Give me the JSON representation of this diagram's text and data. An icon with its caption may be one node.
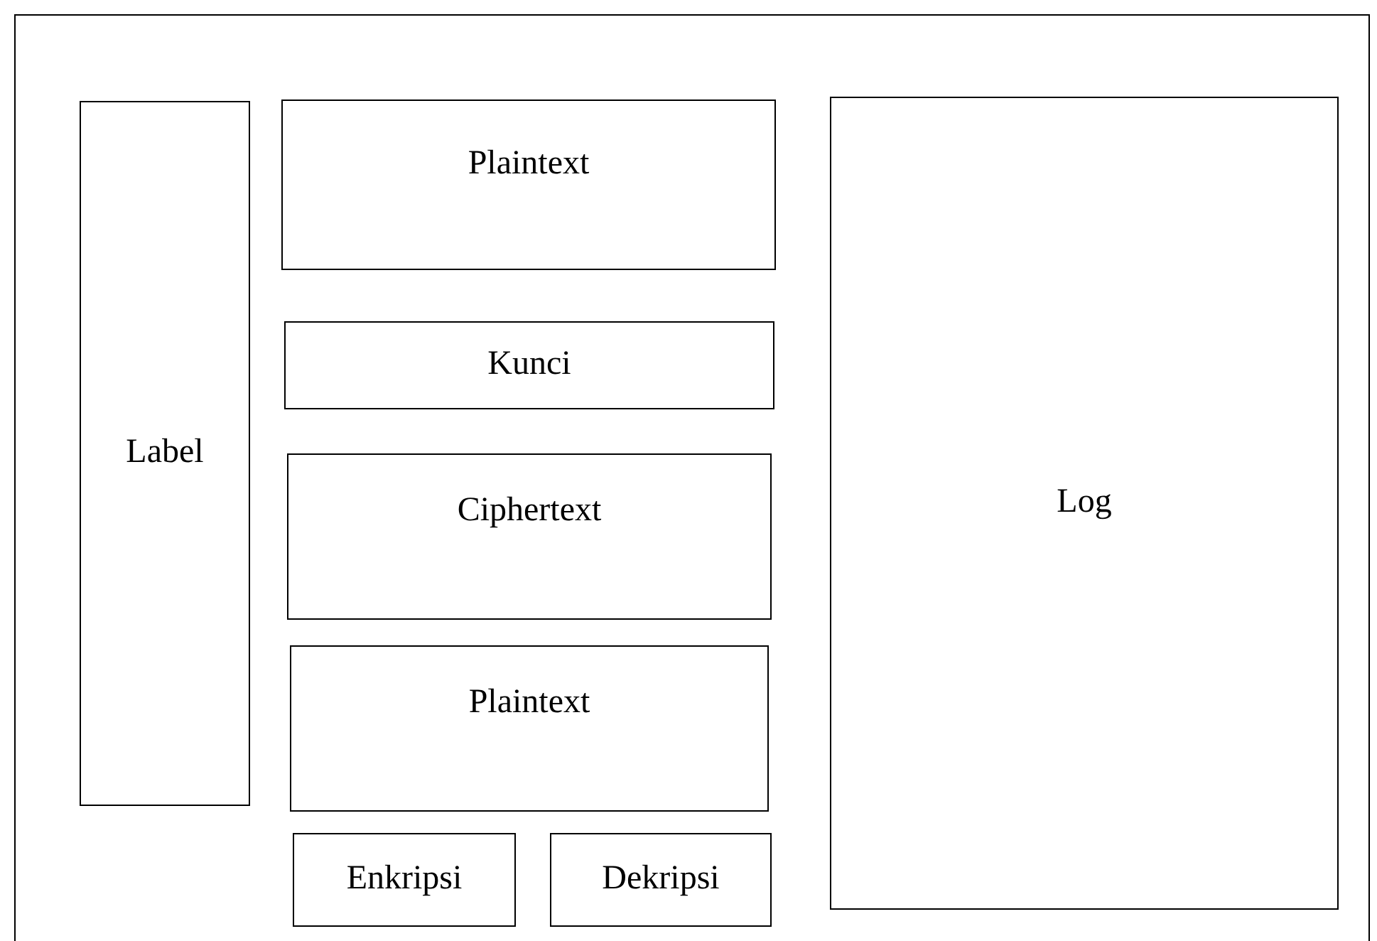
{
  "diagram": {
    "nodes": [
      {
        "text": [],
        "shape": "box"
      },
      {
        "text": [
          "Label"
        ],
        "in": 0
      },
      {
        "text": [
          "Plaintext"
        ],
        "in": 0
      },
      {
        "text": [
          "Kunci"
        ],
        "in": 0
      },
      {
        "text": [
          "Ciphertext"
        ],
        "in": 0
      },
      {
        "text": [
          "Plaintext"
        ],
        "in": 0
      },
      {
        "text": [
          "Enkripsi"
        ],
        "in": 0
      },
      {
        "text": [
          "Dekripsi"
        ],
        "in": 0
      },
      {
        "text": [
          "Log"
        ],
        "in": 0
      }
    ]
  }
}
